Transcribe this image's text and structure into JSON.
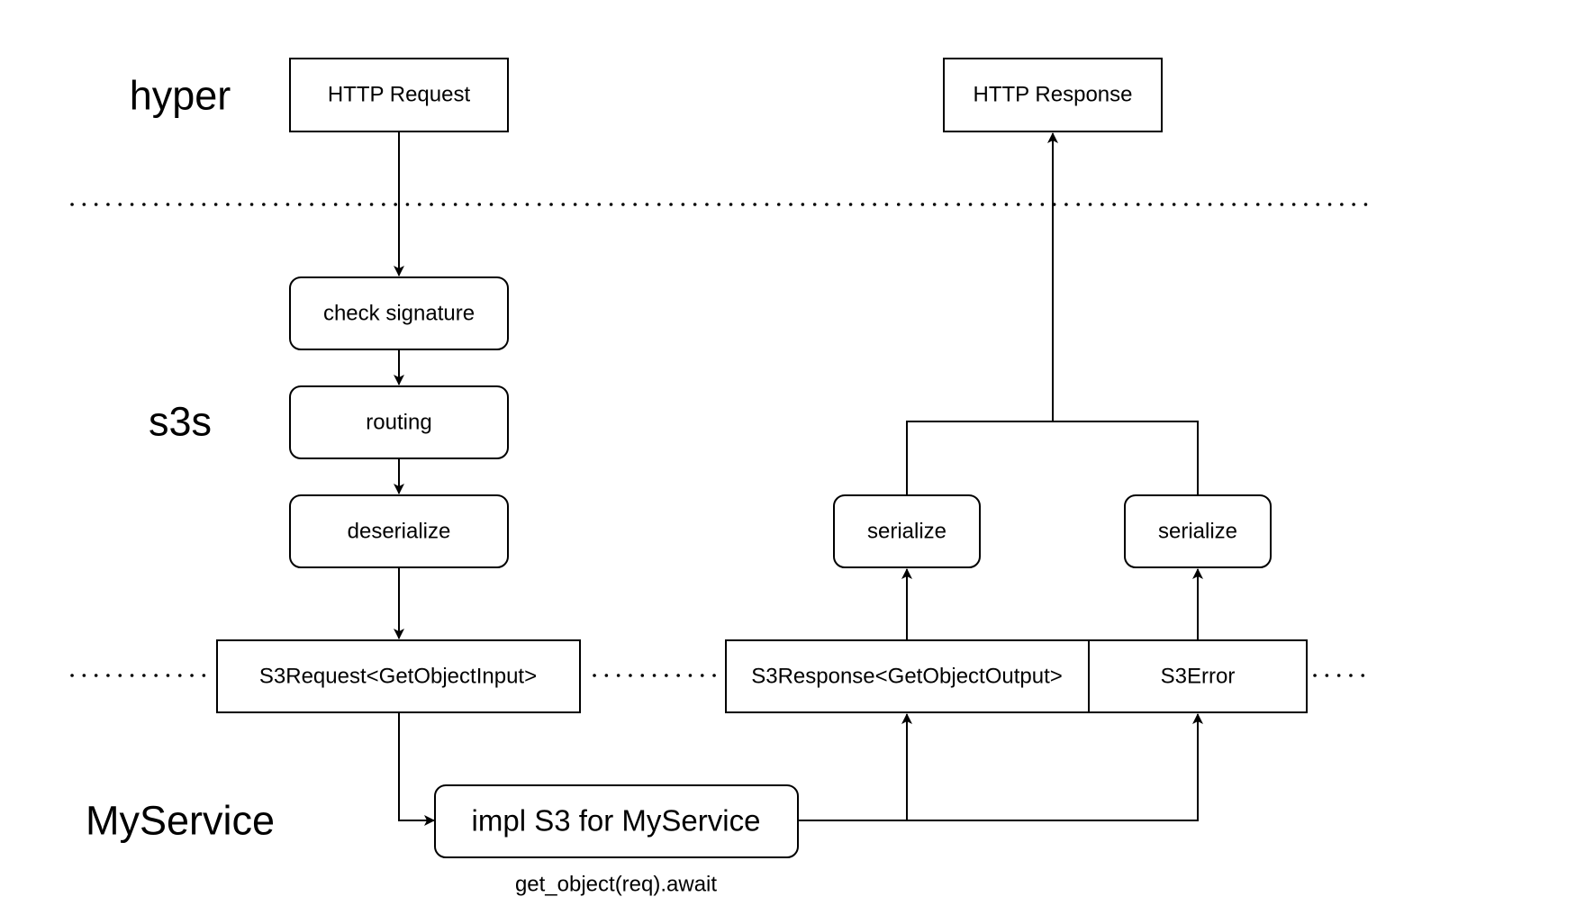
{
  "layers": {
    "hyper": "hyper",
    "s3s": "s3s",
    "myservice": "MyService"
  },
  "nodes": {
    "http_request": "HTTP Request",
    "http_response": "HTTP Response",
    "check_signature": "check signature",
    "routing": "routing",
    "deserialize": "deserialize",
    "serialize_output": "serialize",
    "serialize_error": "serialize",
    "s3_request": "S3Request<GetObjectInput>",
    "s3_response": "S3Response<GetObjectOutput>",
    "s3_error": "S3Error",
    "impl_s3": "impl S3 for MyService"
  },
  "annotations": {
    "call": "get_object(req).await"
  }
}
